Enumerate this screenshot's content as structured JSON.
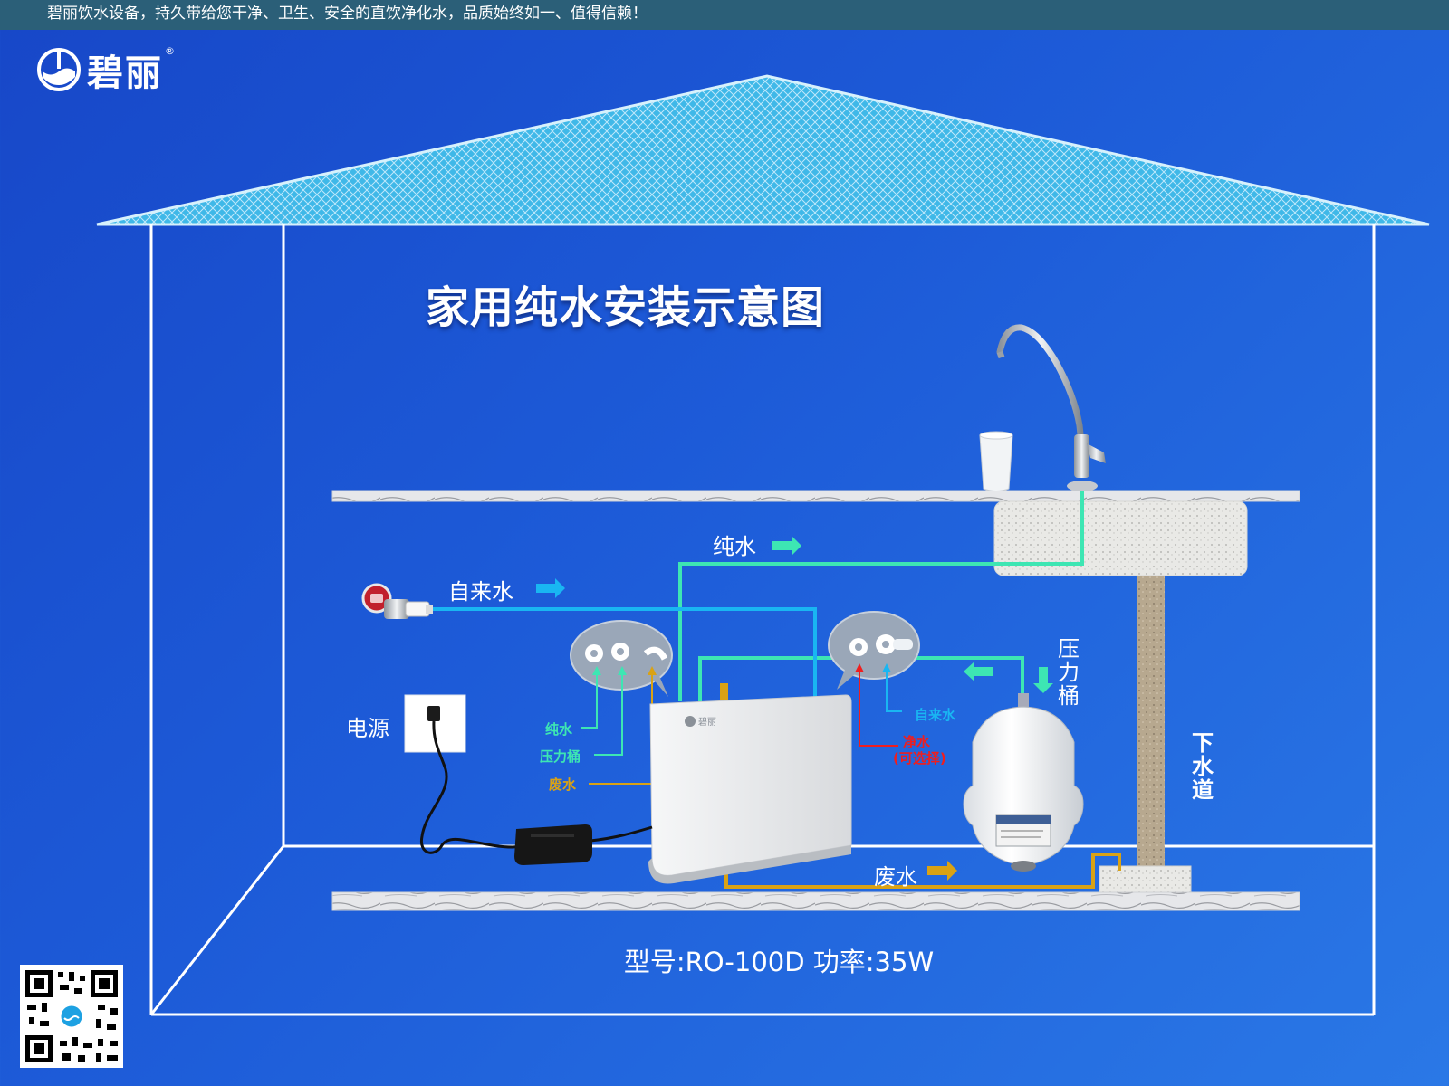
{
  "top_bar": {
    "slogan": "碧丽饮水设备，持久带给您干净、卫生、安全的直饮净化水，品质始终如一、值得信赖！"
  },
  "brand": {
    "name": "碧丽",
    "registered": "®"
  },
  "title": "家用纯水安装示意图",
  "labels": {
    "pure_water": "纯水",
    "tap_water": "自来水",
    "power": "电源",
    "pressure_tank": "压力桶",
    "drain": "下水道",
    "waste_water": "废水",
    "left_port_pure": "纯水",
    "left_port_tank": "压力桶",
    "left_port_waste": "废水",
    "right_port_tap": "自来水",
    "right_port_clean": "净水",
    "right_port_clean_note": "(可选择)"
  },
  "model_line": "型号:RO-100D 功率:35W",
  "colors": {
    "pure_line": "#3de6b3",
    "tap_line": "#19b6f2",
    "waste_line": "#d9a215",
    "clean_line": "#f01e1e",
    "background": "#1d55d6"
  },
  "icons": [
    "brand-logo-icon",
    "faucet-icon",
    "glass-icon",
    "water-valve-icon",
    "power-socket-icon",
    "power-adapter-icon",
    "qr-code-icon"
  ]
}
